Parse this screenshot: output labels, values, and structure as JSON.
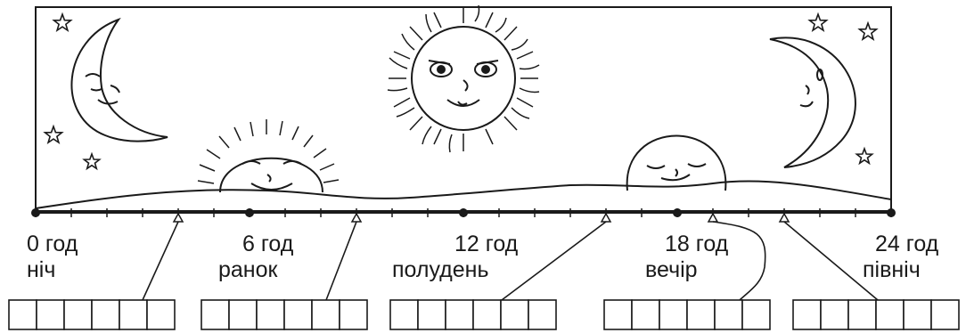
{
  "timeline": {
    "points": [
      {
        "hour": "0 год",
        "period": "ніч"
      },
      {
        "hour": "6 год",
        "period": "ранок"
      },
      {
        "hour": "12 год",
        "period": "полудень"
      },
      {
        "hour": "18 год",
        "period": "вечір"
      },
      {
        "hour": "24 год",
        "period": "північ"
      }
    ]
  },
  "answer_boxes": [
    {
      "cells": 6
    },
    {
      "cells": 6
    },
    {
      "cells": 6
    },
    {
      "cells": 6
    },
    {
      "cells": 6
    }
  ],
  "icons": [
    "star-icon",
    "moon-icon",
    "rising-sun-icon",
    "sun-icon",
    "setting-sun-icon"
  ]
}
